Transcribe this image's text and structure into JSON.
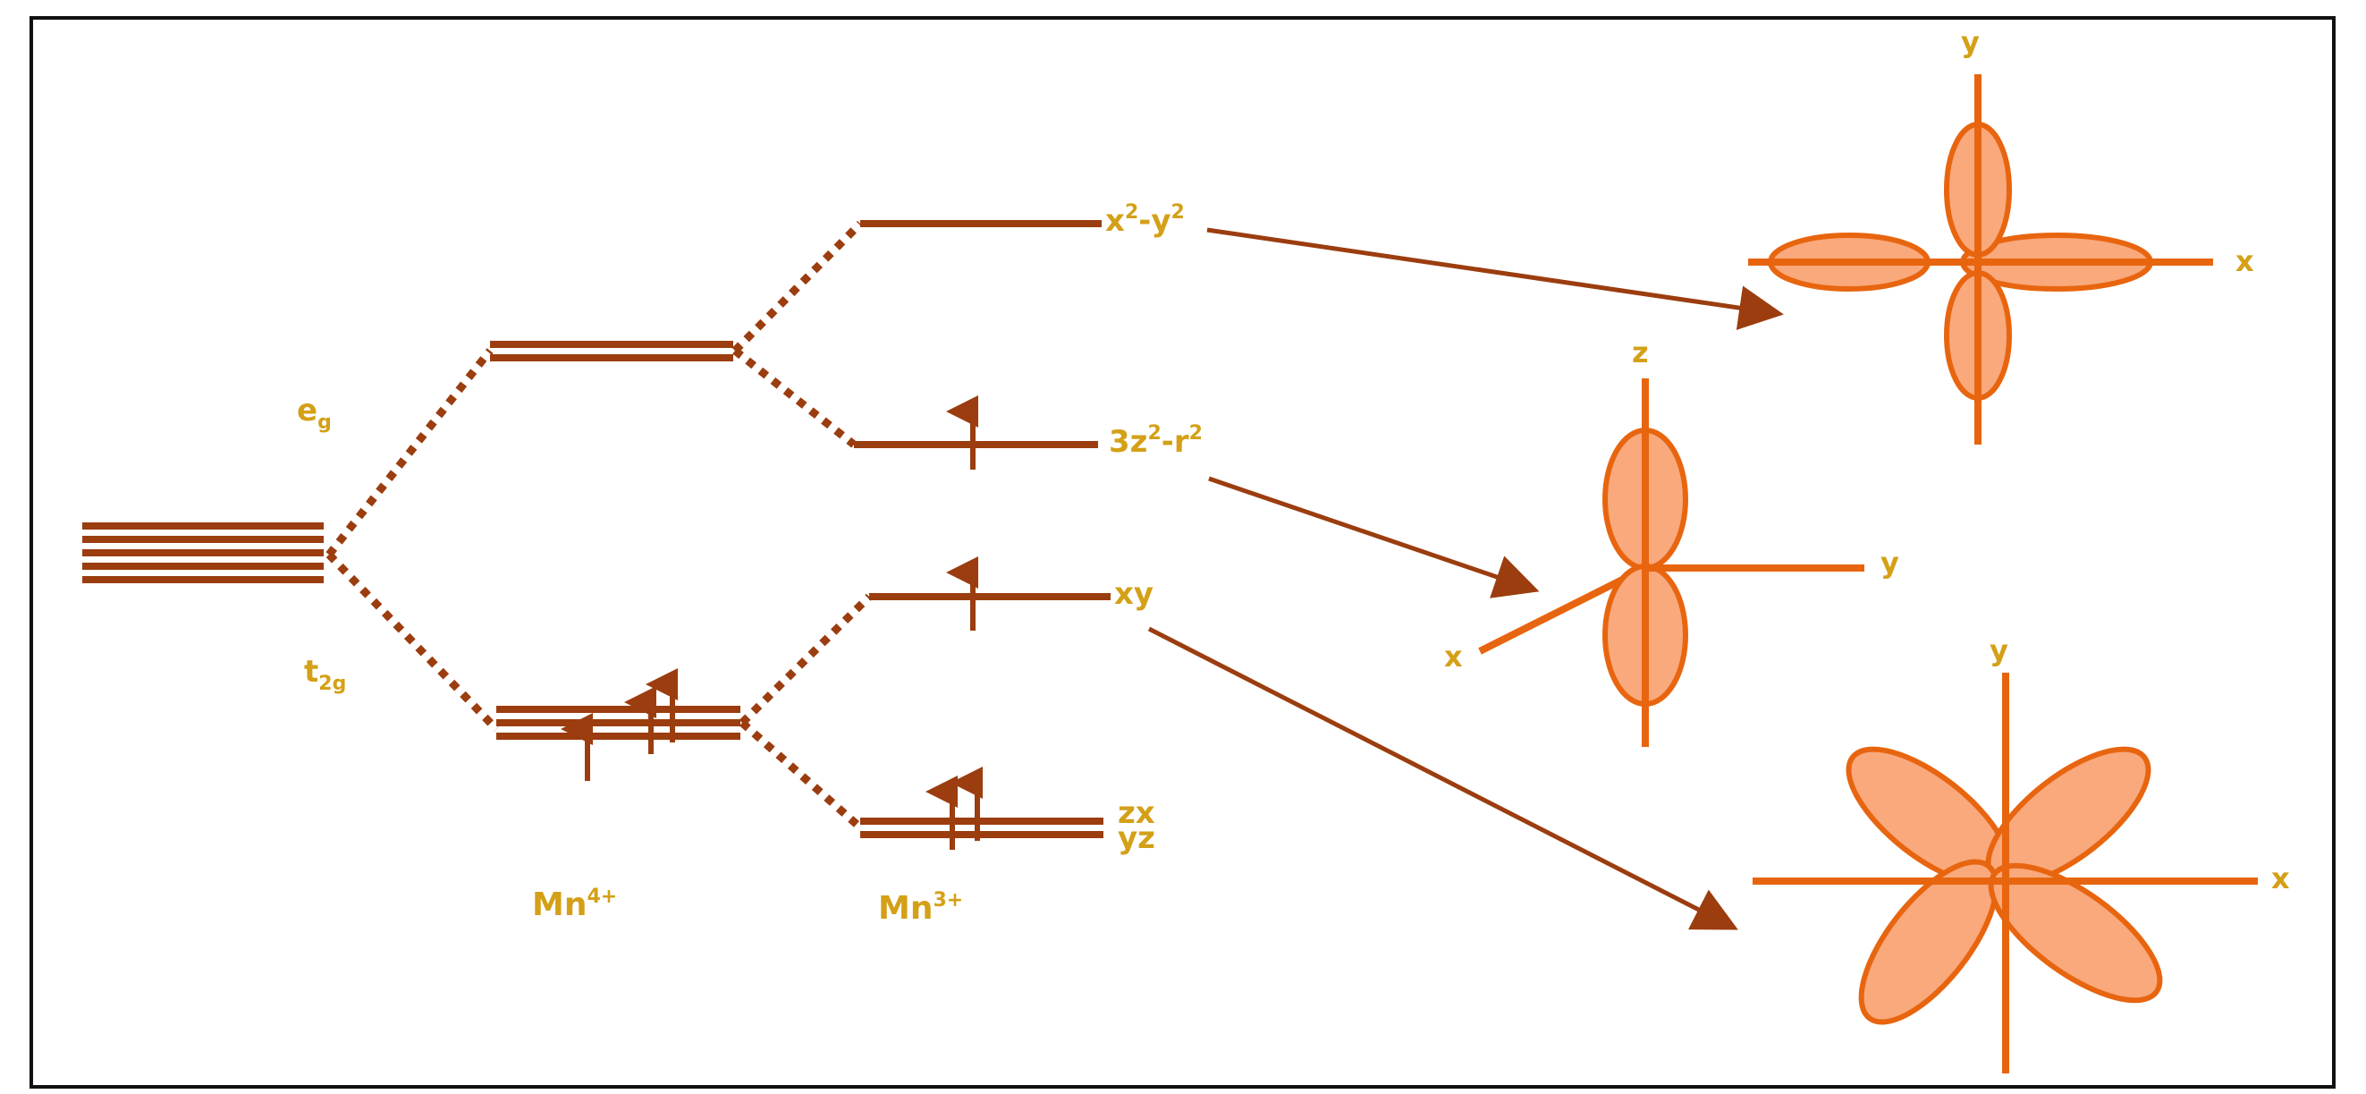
{
  "labels": {
    "eg": "e",
    "eg_sub": "g",
    "t2g": "t",
    "t2g_sub": "2g",
    "mn4": "Mn",
    "mn4_sup": "4+",
    "mn3": "Mn",
    "mn3_sup": "3+",
    "x2y2_a": "x",
    "x2y2_sup1": "2",
    "x2y2_b": "-y",
    "x2y2_sup2": "2",
    "z2r2_a": "3z",
    "z2r2_sup1": "2",
    "z2r2_b": "-r",
    "z2r2_sup2": "2",
    "xy": "xy",
    "zx": "zx",
    "yz": "yz"
  },
  "orbitals": {
    "dx2y2": {
      "axis_h": "x",
      "axis_v": "y"
    },
    "dz2": {
      "axis_z": "z",
      "axis_x": "x",
      "axis_y": "y"
    },
    "dxy": {
      "axis_h": "x",
      "axis_v": "y"
    }
  },
  "colors": {
    "level": "#9b3d0f",
    "label": "#d4a017",
    "orbital_stroke": "#e8650f",
    "orbital_fill": "#f9a97c"
  }
}
